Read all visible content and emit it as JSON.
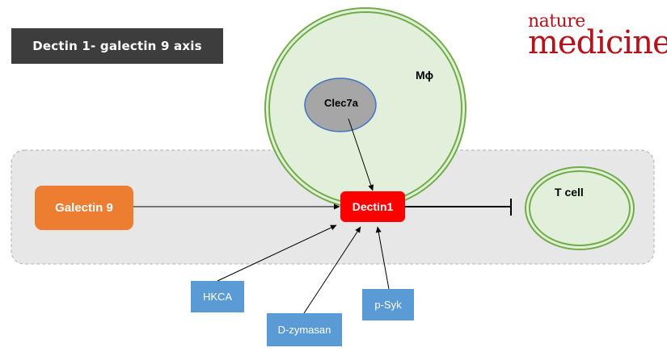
{
  "title": "Dectin 1- galectin 9 axis",
  "logo": {
    "line1": "nature",
    "line2": "medicine",
    "color": "#b5121b"
  },
  "nodes": {
    "galectin9": "Galectin 9",
    "dectin1": "Dectin1",
    "clec7a": "Clec7a",
    "macrophage": "Mϕ",
    "tcell": "T cell",
    "hkca": "HKCA",
    "dzymasan": "D-zymasan",
    "psyk": "p-Syk"
  },
  "colors": {
    "galectin": "#ed7d31",
    "dectin": "#ff0000",
    "stimulus": "#5b9bd5",
    "cell_fill": "#e2efda",
    "cell_border": "#70ad47",
    "clec_fill": "#a6a6a6",
    "clec_border": "#4472c4",
    "panel": "#e7e7e7",
    "banner": "#3d3d3d"
  }
}
